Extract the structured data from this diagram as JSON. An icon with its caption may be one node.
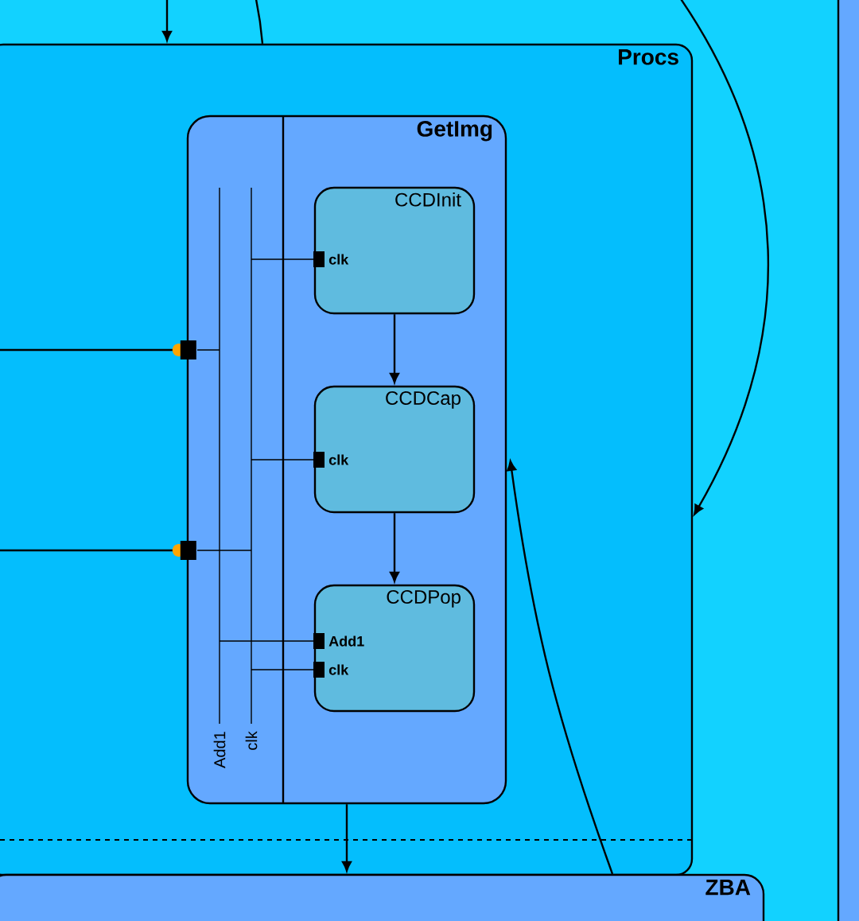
{
  "diagram": {
    "nodes": [
      {
        "text": [
          "Procs"
        ]
      },
      {
        "text": [
          "GetImg"
        ],
        "in": 0
      },
      {
        "text": [
          "CCDInit",
          "clk"
        ],
        "in": 1
      },
      {
        "text": [
          "CCDCap",
          "clk"
        ],
        "in": 1
      },
      {
        "text": [
          "CCDPop",
          "Add1",
          "clk"
        ],
        "in": 1
      },
      {
        "text": [],
        "shape": "box"
      },
      {
        "text": [
          "ZBA"
        ]
      }
    ],
    "edges": [
      {
        "from": null,
        "to": 0,
        "arrow": "to"
      },
      {
        "from": null,
        "to": 0,
        "arrow": "none"
      },
      {
        "from": null,
        "to": 0,
        "arrow": "to"
      },
      {
        "from": null,
        "to": 1,
        "arrow": "other"
      },
      {
        "from": null,
        "to": 1,
        "arrow": "other"
      },
      {
        "from": 1,
        "to": 6,
        "arrow": "to"
      },
      {
        "from": 6,
        "to": 1,
        "arrow": "to"
      },
      {
        "from": 2,
        "to": 3,
        "arrow": "to"
      },
      {
        "from": 3,
        "to": 4,
        "arrow": "to"
      }
    ],
    "labels": [
      "Add1",
      "clk"
    ]
  }
}
